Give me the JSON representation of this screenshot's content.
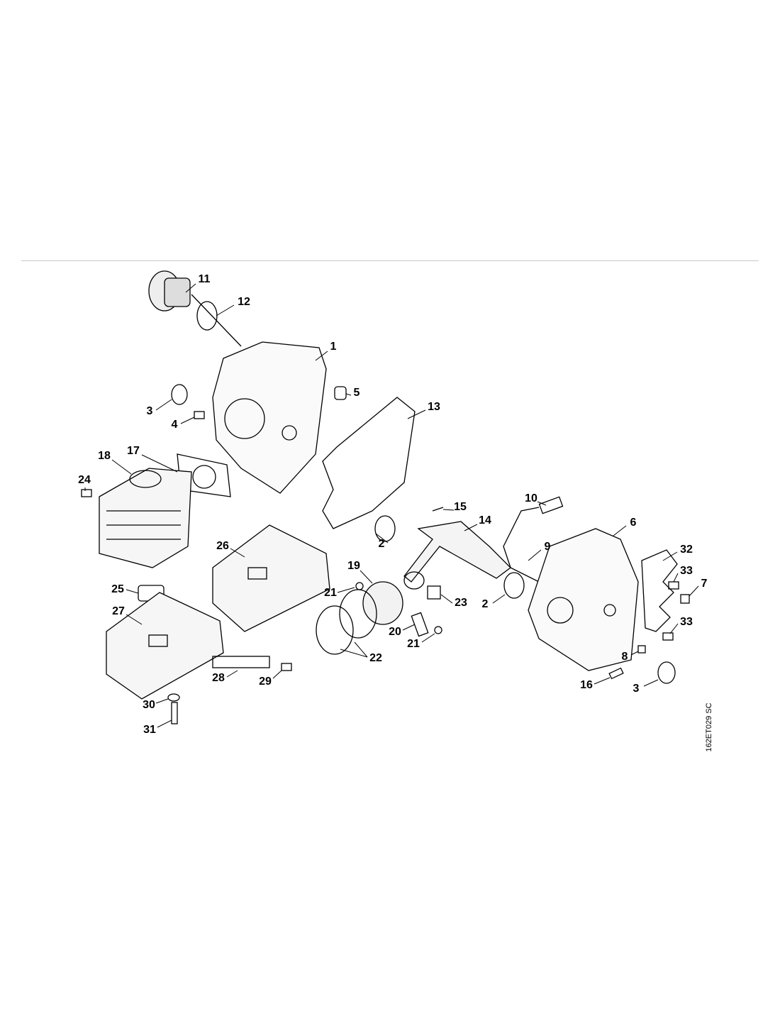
{
  "diagram": {
    "callouts": [
      "11",
      "12",
      "1",
      "5",
      "13",
      "3",
      "4",
      "17",
      "18",
      "24",
      "10",
      "15",
      "14",
      "6",
      "2",
      "9",
      "32",
      "26",
      "33",
      "7",
      "19",
      "21",
      "25",
      "23",
      "2",
      "27",
      "20",
      "33",
      "21",
      "22",
      "8",
      "28",
      "29",
      "16",
      "3",
      "30",
      "31"
    ],
    "drawing_code": "162ET029 SC"
  }
}
